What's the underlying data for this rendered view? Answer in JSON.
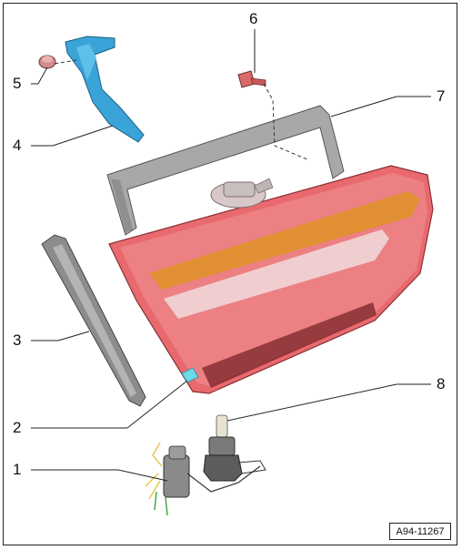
{
  "callouts": {
    "c1": "1",
    "c2": "2",
    "c3": "3",
    "c4": "4",
    "c5": "5",
    "c6": "6",
    "c7": "7",
    "c8": "8"
  },
  "reference": "A94-11267",
  "colors": {
    "lamp_red": "#e86a6e",
    "lamp_dark": "#b8454a",
    "amber_strip": "#e0902e",
    "bracket_blue": "#3aa4d8",
    "seal_gray": "#8c8c8c",
    "frame_gray": "#a8a8a8",
    "connector_tab": "#6fd8e8"
  }
}
